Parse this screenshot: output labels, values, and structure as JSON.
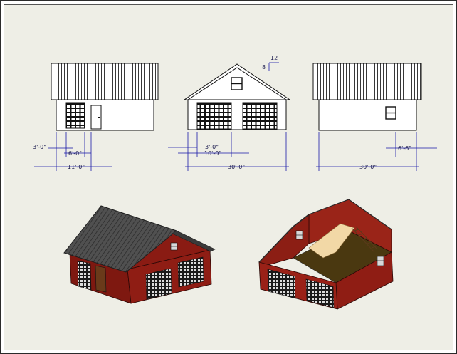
{
  "colors": {
    "sheet_background": "#eeeee6",
    "dimension_line": "#1a1aa8",
    "wall_red": "#8b1a12",
    "roof_gray": "#4a4a4a",
    "floor_wood": "#f0d7a8"
  },
  "views": {
    "left_elevation": {
      "dim_window_offset": "3'-0\"",
      "dim_window_width": "6'-0\"",
      "dim_overall": "11'-0\""
    },
    "front_elevation": {
      "roof_pitch_rise": "8",
      "roof_pitch_run": "12",
      "dim_door_offset": "3'-0\"",
      "dim_door_width": "10'-0\"",
      "dim_overall": "30'-0\""
    },
    "right_elevation": {
      "dim_window_offset": "6'-6\"",
      "dim_overall": "30'-0\""
    }
  },
  "isometric_views": [
    {
      "name": "exterior"
    },
    {
      "name": "interior-cutaway"
    }
  ]
}
